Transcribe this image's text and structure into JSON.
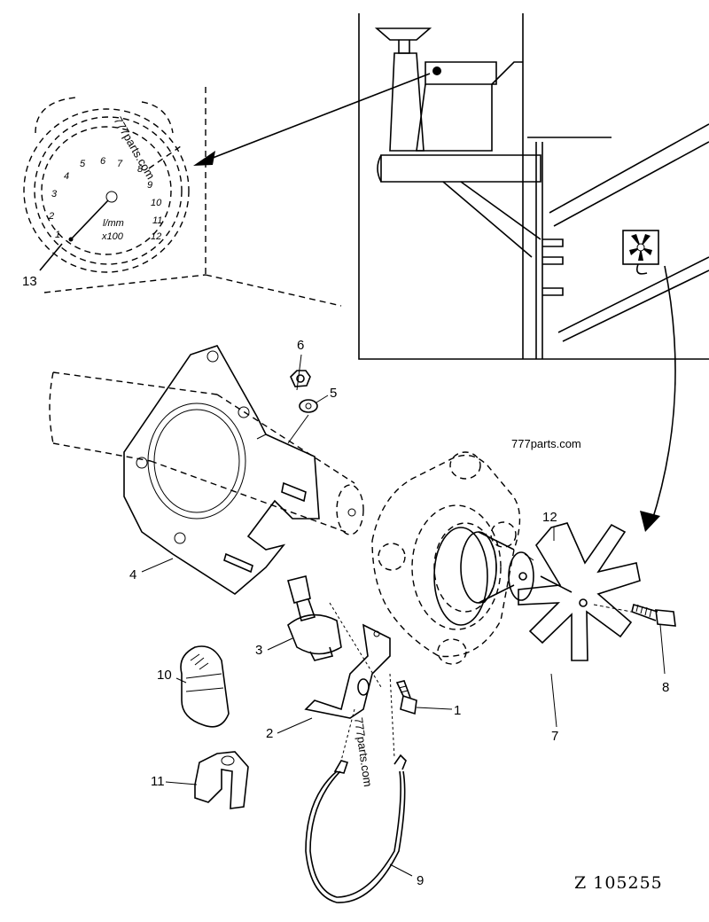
{
  "callouts": {
    "c1": "1",
    "c2": "2",
    "c3": "3",
    "c4": "4",
    "c5": "5",
    "c6": "6",
    "c7": "7",
    "c8": "8",
    "c9": "9",
    "c10": "10",
    "c11": "11",
    "c12": "12",
    "c13": "13"
  },
  "tachometer": {
    "scale": [
      "1",
      "2",
      "3",
      "4",
      "5",
      "6",
      "7",
      "8",
      "9",
      "10",
      "11",
      "12"
    ],
    "unit": "l/mm",
    "multiplier": "x100"
  },
  "watermarks": [
    "777parts.com",
    "777parts.com",
    "777parts.com"
  ],
  "reference_code": "Z 105255"
}
